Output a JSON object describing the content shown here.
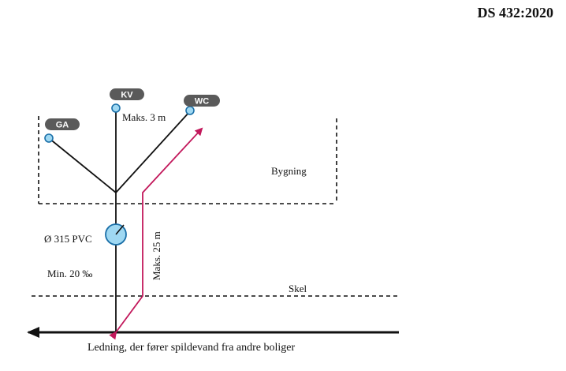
{
  "header": {
    "standard": "DS 432:2020"
  },
  "fixtures": {
    "ga": "GA",
    "kv": "KV",
    "wc": "WC"
  },
  "labels": {
    "max_branch": "Maks. 3 m",
    "building": "Bygning",
    "pipe": "Ø 315 PVC",
    "slope": "Min. 20 ‰",
    "max_total": "Maks. 25 m",
    "boundary": "Skel",
    "main_line": "Ledning, der fører spildevand fra andre boliger"
  },
  "colors": {
    "pipe_line": "#111111",
    "route": "#c2185b",
    "node_fill": "#9fd8f2",
    "node_stroke": "#1a6fa8",
    "pill": "#5a5a5a"
  }
}
